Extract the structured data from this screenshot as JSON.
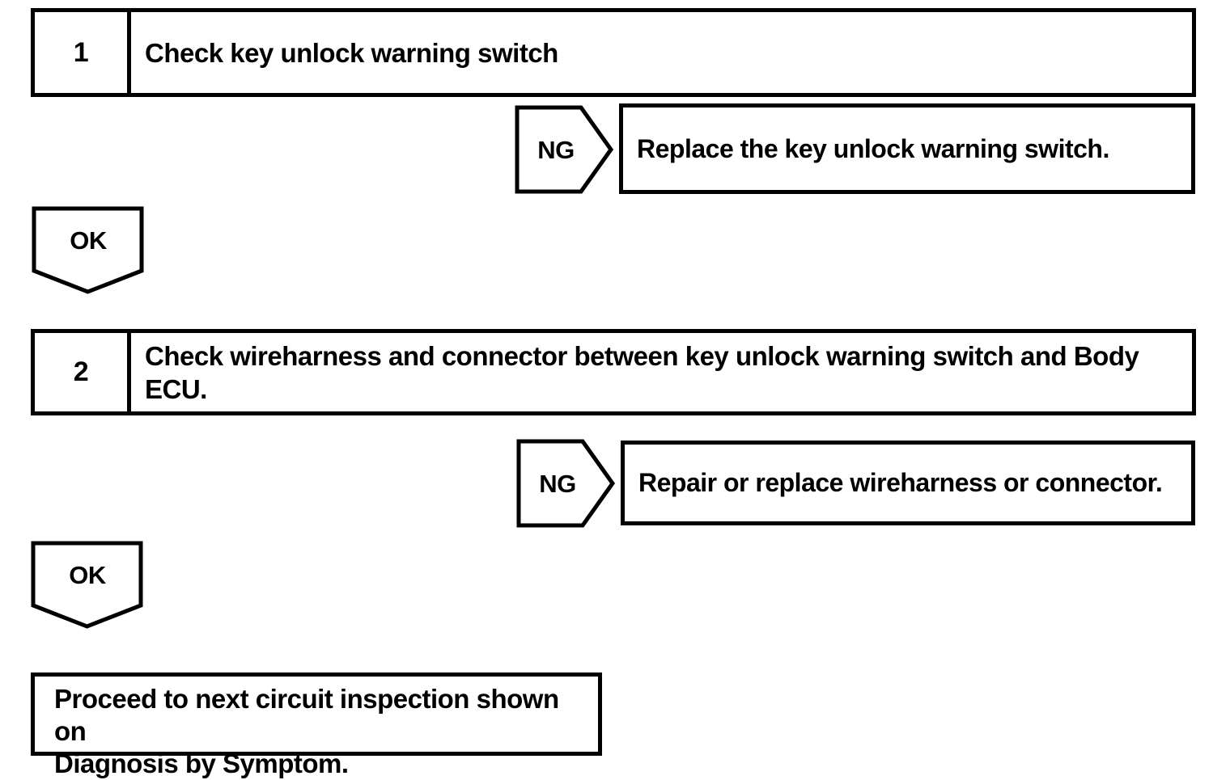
{
  "flowchart": {
    "steps": [
      {
        "number": "1",
        "title_lines": [
          "Check key unlock warning switch"
        ],
        "ng": {
          "label": "NG",
          "action": "Replace the key unlock warning switch."
        },
        "ok_label": "OK"
      },
      {
        "number": "2",
        "title_lines": [
          "Check wireharness and connector between key unlock warning switch and Body",
          "ECU."
        ],
        "ng": {
          "label": "NG",
          "action": "Repair or replace wireharness or connector."
        },
        "ok_label": "OK"
      }
    ],
    "terminal_lines": [
      "Proceed to next circuit inspection shown on",
      "Diagnosis by Symptom."
    ],
    "colors": {
      "line": "#000000",
      "background": "#ffffff"
    }
  }
}
